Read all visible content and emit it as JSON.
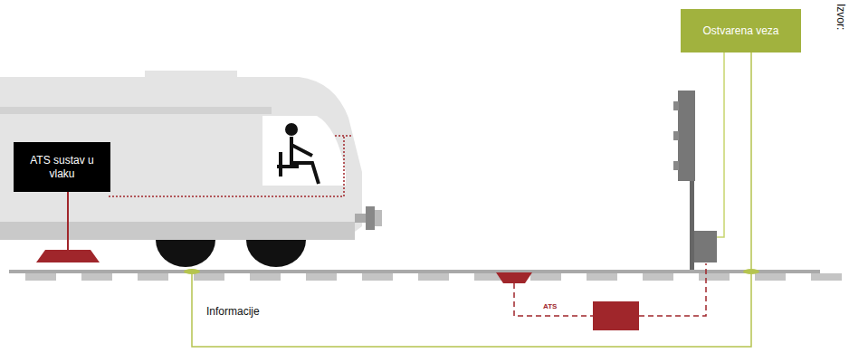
{
  "diagram": {
    "nodes": [
      {
        "text": [
          "ATS sustav u vlaku"
        ]
      },
      {
        "text": [
          "Ostvarena veza"
        ]
      }
    ],
    "labels": [
      "Informacije",
      "ATS",
      "Izvor:"
    ]
  }
}
